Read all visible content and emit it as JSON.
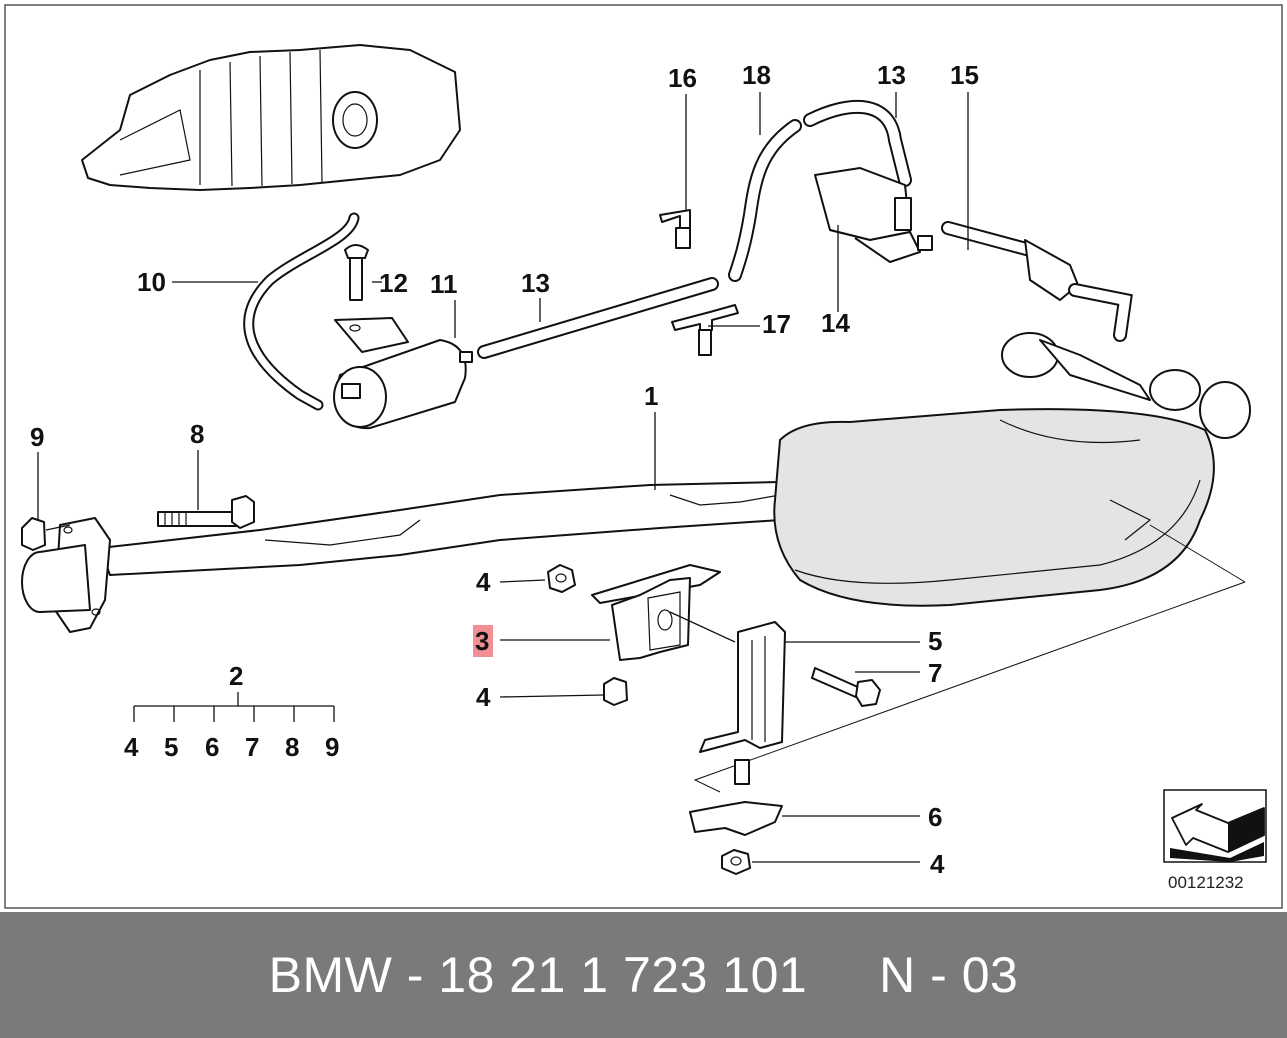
{
  "diagram": {
    "callouts": {
      "c1": "1",
      "c2": "2",
      "c3": "3",
      "c4a": "4",
      "c4b": "4",
      "c4c": "4",
      "c4d": "4",
      "c5a": "5",
      "c5b": "5",
      "c6a": "6",
      "c6b": "6",
      "c7a": "7",
      "c7b": "7",
      "c8a": "8",
      "c8b": "8",
      "c9a": "9",
      "c9b": "9",
      "c10": "10",
      "c11": "11",
      "c12": "12",
      "c13a": "13",
      "c13b": "13",
      "c14": "14",
      "c15": "15",
      "c16": "16",
      "c17": "17",
      "c18": "18"
    },
    "highlighted_part": "3",
    "highlight_color": "#f28f94",
    "diagram_code": "00121232"
  },
  "footer": {
    "text": "BMW - 18 21 1 723 101     N - 03",
    "background": "#7a7a7a",
    "text_color": "#ffffff"
  }
}
